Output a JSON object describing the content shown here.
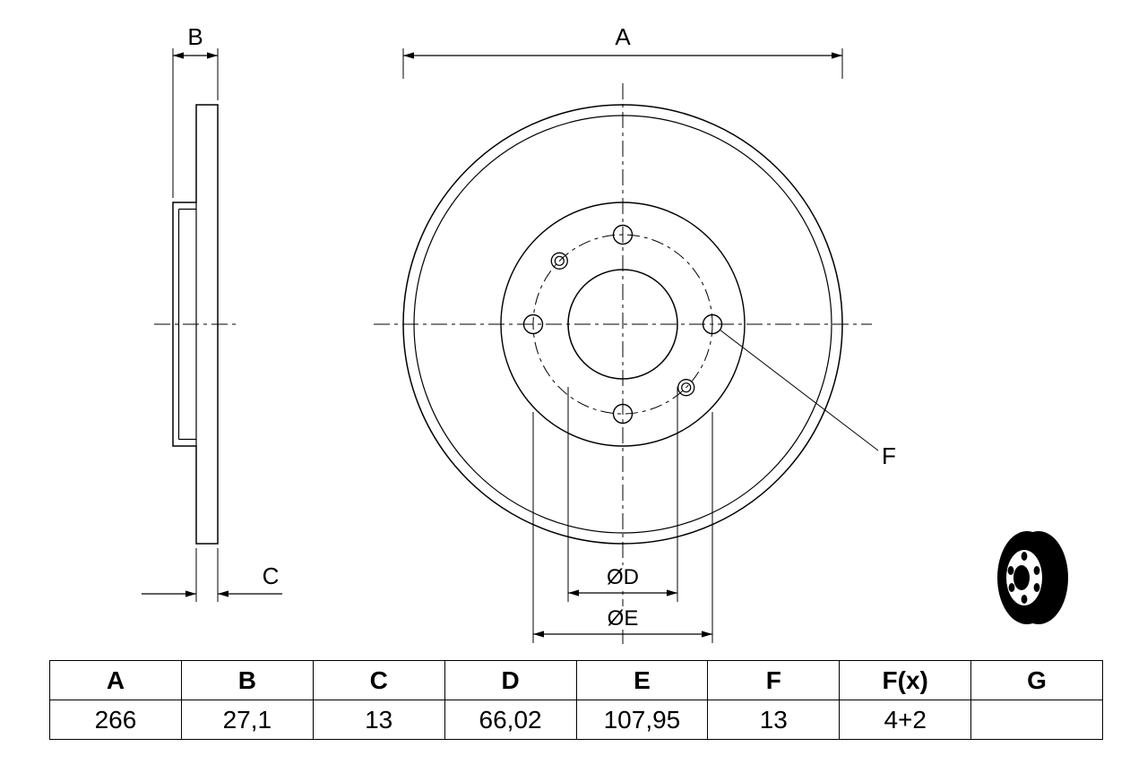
{
  "page": {
    "background": "#ffffff",
    "line_color": "#000000"
  },
  "drawing": {
    "dimension_labels": {
      "a": "A",
      "b": "B",
      "c": "C",
      "d": "ØD",
      "e": "ØE",
      "f": "F"
    }
  },
  "spec_table": {
    "headers": [
      "A",
      "B",
      "C",
      "D",
      "E",
      "F",
      "F(x)",
      "G"
    ],
    "values": [
      "266",
      "27,1",
      "13",
      "66,02",
      "107,95",
      "13",
      "4+2",
      ""
    ]
  }
}
